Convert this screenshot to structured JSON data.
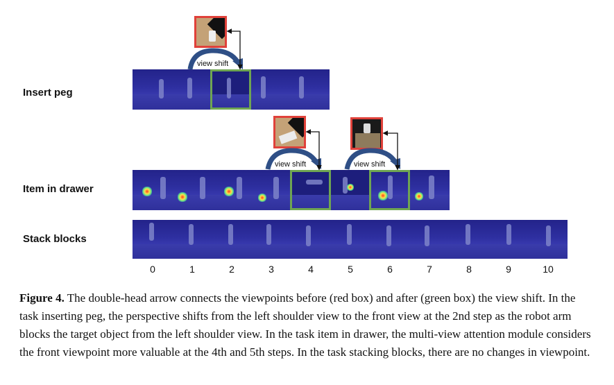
{
  "rows": {
    "insert_peg": "Insert peg",
    "item_in_drawer": "Item in drawer",
    "stack_blocks": "Stack blocks"
  },
  "view_shift_label": "view shift",
  "steps": [
    "0",
    "1",
    "2",
    "3",
    "4",
    "5",
    "6",
    "7",
    "8",
    "9",
    "10"
  ],
  "caption": {
    "label": "Figure 4.",
    "text": " The double-head arrow connects the viewpoints before (red box) and after (green box) the view shift. In the task inserting peg, the perspective shifts from the left shoulder view to the front view at the 2nd step as the robot arm blocks the target object from the left shoulder view. In the task item in drawer, the multi-view attention module considers the front viewpoint more valuable at the 4th and 5th steps. In the task stacking blocks, there are no changes in viewpoint."
  },
  "colors": {
    "before_box": "#e0413a",
    "after_box": "#6fa552",
    "arrow": "#2f4f86"
  }
}
